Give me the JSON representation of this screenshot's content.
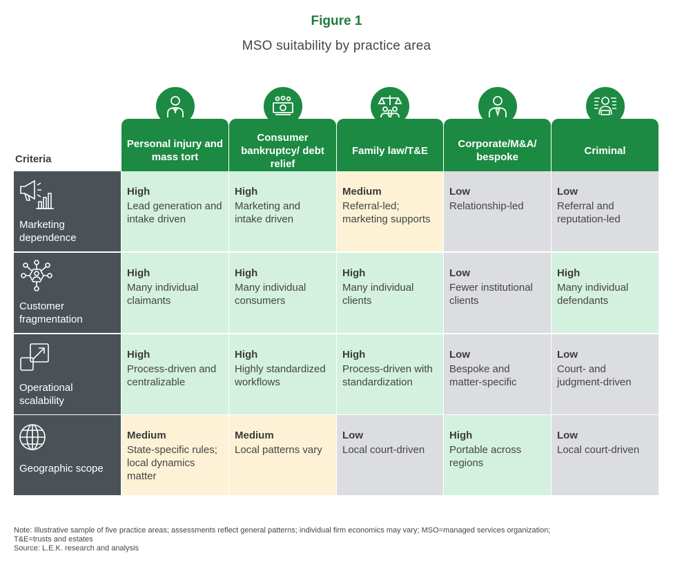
{
  "figure_label": "Figure 1",
  "title": "MSO suitability by practice area",
  "criteria_label": "Criteria",
  "columns": [
    {
      "label": "Personal injury and mass tort",
      "icon": "person-icon"
    },
    {
      "label": "Consumer bankruptcy/ debt relief",
      "icon": "money-icon"
    },
    {
      "label": "Family law/T&E",
      "icon": "scales-family-icon"
    },
    {
      "label": "Corporate/M&A/ bespoke",
      "icon": "businessman-icon"
    },
    {
      "label": "Criminal",
      "icon": "mugshot-icon"
    }
  ],
  "rows": [
    {
      "label": "Marketing dependence",
      "icon": "megaphone-chart-icon",
      "cells": [
        {
          "level": "High",
          "desc": "Lead generation and intake driven",
          "tone": "high"
        },
        {
          "level": "High",
          "desc": "Marketing and intake driven",
          "tone": "high"
        },
        {
          "level": "Medium",
          "desc": "Referral-led; marketing supports",
          "tone": "medium"
        },
        {
          "level": "Low",
          "desc": "Relationship-led",
          "tone": "low"
        },
        {
          "level": "Low",
          "desc": "Referral and reputation-led",
          "tone": "low"
        }
      ]
    },
    {
      "label": "Customer fragmentation",
      "icon": "network-icon",
      "cells": [
        {
          "level": "High",
          "desc": "Many individual claimants",
          "tone": "high"
        },
        {
          "level": "High",
          "desc": "Many individual consumers",
          "tone": "high"
        },
        {
          "level": "High",
          "desc": "Many individual clients",
          "tone": "high"
        },
        {
          "level": "Low",
          "desc": "Fewer institutional clients",
          "tone": "low"
        },
        {
          "level": "High",
          "desc": "Many individual defendants",
          "tone": "high"
        }
      ]
    },
    {
      "label": "Operational scalability",
      "icon": "scale-up-icon",
      "cells": [
        {
          "level": "High",
          "desc": "Process-driven and centralizable",
          "tone": "high"
        },
        {
          "level": "High",
          "desc": "Highly standardized workflows",
          "tone": "high"
        },
        {
          "level": "High",
          "desc": "Process-driven with standardization",
          "tone": "high"
        },
        {
          "level": "Low",
          "desc": "Bespoke and matter-specific",
          "tone": "low"
        },
        {
          "level": "Low",
          "desc": "Court- and judgment-driven",
          "tone": "low"
        }
      ]
    },
    {
      "label": "Geographic scope",
      "icon": "globe-icon",
      "cells": [
        {
          "level": "Medium",
          "desc": "State-specific rules; local dynamics matter",
          "tone": "medium"
        },
        {
          "level": "Medium",
          "desc": "Local patterns vary",
          "tone": "medium"
        },
        {
          "level": "Low",
          "desc": "Local court-driven",
          "tone": "low"
        },
        {
          "level": "High",
          "desc": "Portable across regions",
          "tone": "high"
        },
        {
          "level": "Low",
          "desc": "Local court-driven",
          "tone": "low"
        }
      ]
    }
  ],
  "note_line1": "Note: Illustrative sample of five practice areas; assessments reflect general patterns; individual firm economics may vary; MSO=managed services organization;",
  "note_line2": "T&E=trusts and estates",
  "source": "Source: L.E.K. research and analysis",
  "colors": {
    "brand_green": "#1c8a42",
    "title_green": "#1e7a3c",
    "row_label_bg": "#4a5257",
    "high": "#d4f1df",
    "medium": "#fdf2d6",
    "low": "#dcdde0"
  }
}
